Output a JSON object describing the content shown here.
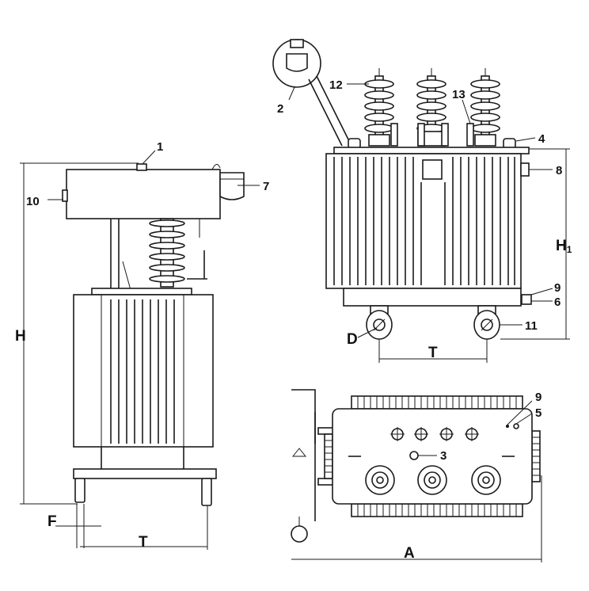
{
  "labels": {
    "side_view": {
      "n1": "1",
      "n7": "7",
      "n10": "10",
      "H": "H",
      "F": "F",
      "T": "T"
    },
    "front_view": {
      "n2": "2",
      "n4": "4",
      "n6": "6",
      "n8": "8",
      "n9": "9",
      "n11": "11",
      "n12": "12",
      "n13": "13",
      "D": "D",
      "H1": "H",
      "H1_sub": "1",
      "T": "T"
    },
    "top_view": {
      "n3": "3",
      "n5": "5",
      "n9": "9",
      "A": "A"
    }
  }
}
